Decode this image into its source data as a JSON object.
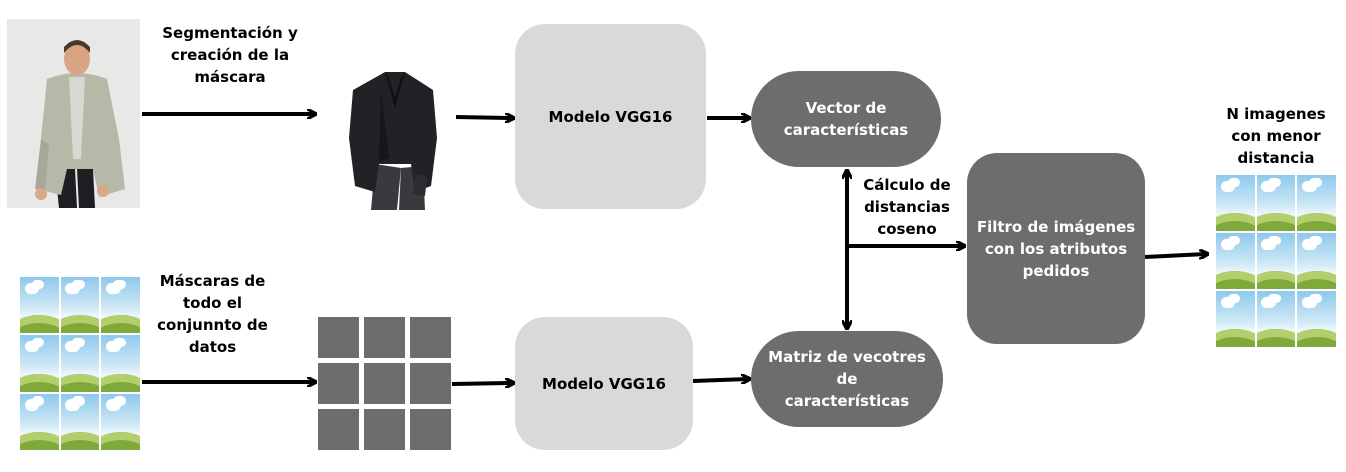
{
  "labels": {
    "segmentation": "Segmentación y\ncreación de la\nmáscara",
    "masks_dataset": "Máscaras de\ntodo el\nconjunnto de\ndatos",
    "cosine": "Cálculo de\ndistancias\ncoseno",
    "n_images": "N imagenes\ncon menor\ndistancia"
  },
  "boxes": {
    "vgg_top": "Modelo VGG16",
    "vgg_bottom": "Modelo VGG16",
    "feature_vector": "Vector de\ncaracterísticas",
    "feature_matrix": "Matriz de vecotres de\ncaracterísticas",
    "filter": "Filtro de imágenes\ncon los atributos\npedidos"
  },
  "colors": {
    "light_box": "#d9d9d9",
    "dark_box": "#6d6d70",
    "arrow": "#000000"
  },
  "icons": {
    "input_photo": "person-photo",
    "mask": "jacket-silhouette",
    "dataset": "landscape-thumbnail-grid",
    "matrix": "gray-square-grid",
    "results": "landscape-thumbnail-grid"
  }
}
